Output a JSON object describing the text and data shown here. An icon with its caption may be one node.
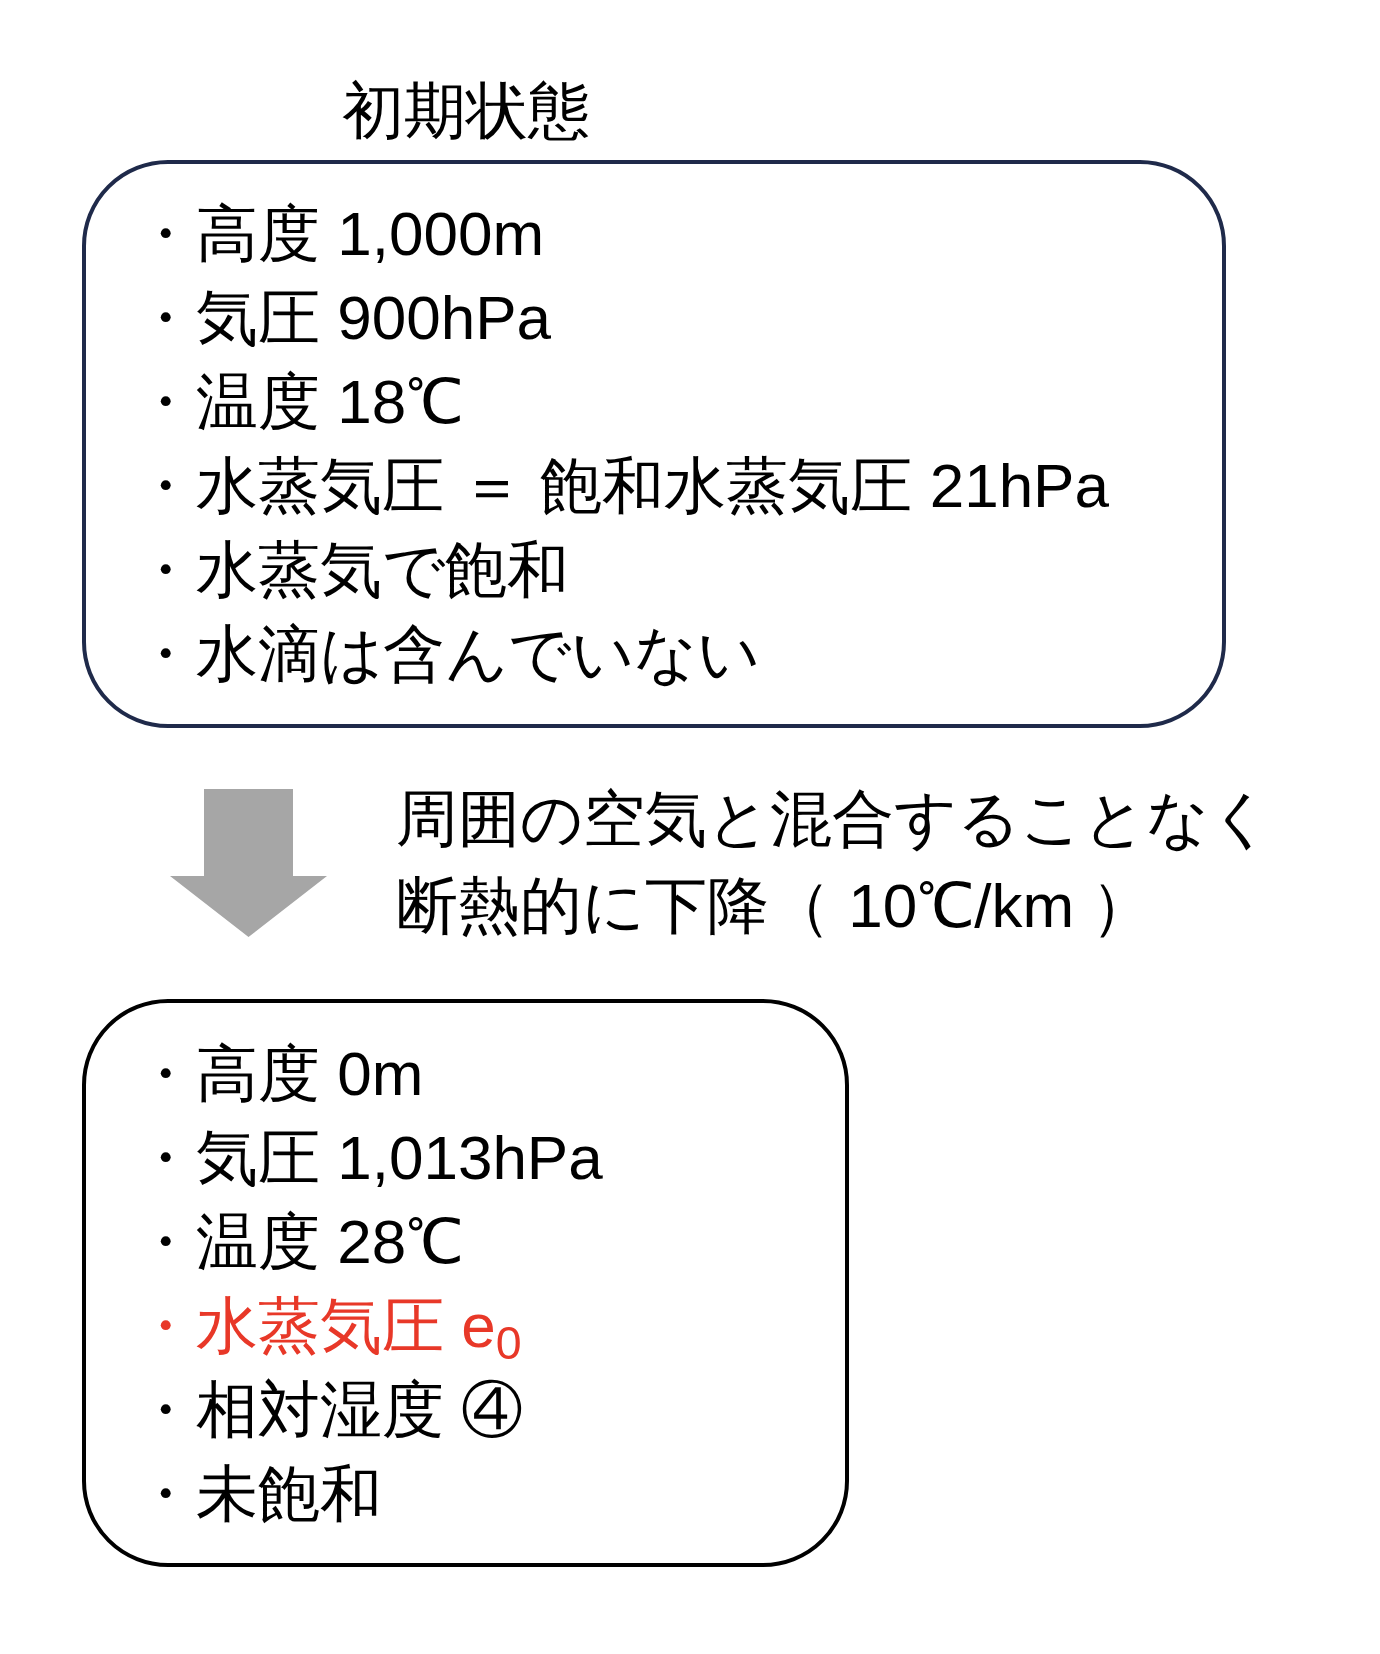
{
  "diagram": {
    "nodes": [
      {
        "text": [
          "初期状態",
          "・高度 1,000m",
          "・気圧 900hPa",
          "・温度 18℃",
          "・水蒸気圧 ＝ 飽和水蒸気圧 21hPa",
          "・水蒸気で飽和",
          "・水滴は含んでいない"
        ]
      },
      {
        "text": [
          "・高度 0m",
          "・気圧 1,013hPa",
          "・温度 28℃",
          "・水蒸気圧 e$_{0}$",
          "・相対湿度 ④",
          "・未飽和"
        ]
      }
    ],
    "edges": [
      {
        "from": 0,
        "to": 1,
        "arrow": "to",
        "label": "周囲の空気と混合することなく断熱的に下降（ 10℃/km ）",
        "style": "thick",
        "color": "#a6a6a6"
      }
    ]
  }
}
